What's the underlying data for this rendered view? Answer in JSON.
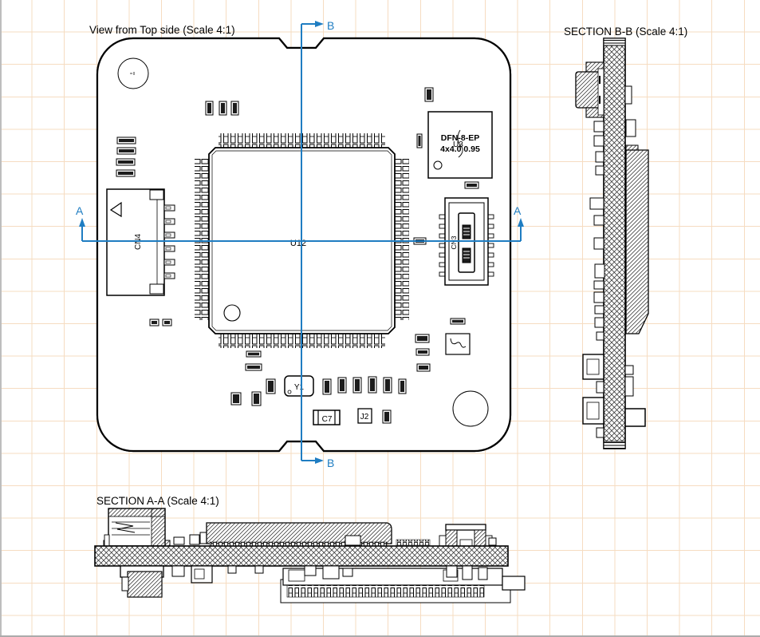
{
  "drawing": {
    "titles": {
      "top_view": "View from Top side (Scale 4:1)",
      "section_bb": "SECTION B-B (Scale 4:1)",
      "section_aa": "SECTION A-A (Scale 4:1)"
    },
    "section_markers": {
      "a": "A",
      "b": "B"
    },
    "refdes": {
      "u12": "U12",
      "cn4": "CN4",
      "cn3": "CN3",
      "y1": "Y1",
      "c7": "C7",
      "j2": "J2",
      "dfn_refdes": "U3",
      "dfn_line1": "DFN-8-EP",
      "dfn_line2": "4x4.0 0.95"
    },
    "colors": {
      "section_line": "#1f7dc2",
      "grid": "#f6dcc1",
      "line": "#000000",
      "background": "#ffffff"
    }
  }
}
